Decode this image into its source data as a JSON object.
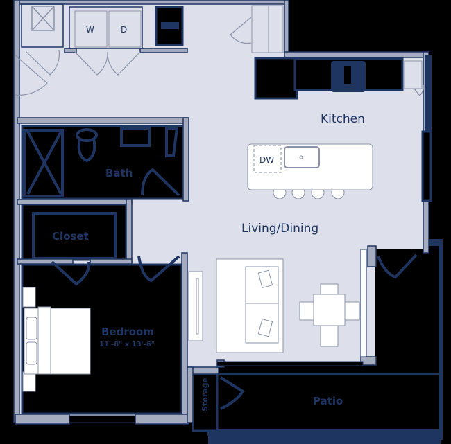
{
  "plan": {
    "colors": {
      "background": "#000000",
      "floor": "#dde0ea",
      "wall": "#a4abbf",
      "navy": "#1e3461",
      "furniture": "#ffffff",
      "outline": "#8a93ab"
    },
    "rooms": {
      "kitchen": "Kitchen",
      "living_dining": "Living/Dining",
      "bath": "Bath",
      "closet": "Closet",
      "bedroom": "Bedroom",
      "bedroom_dims": "11'-8\" x 13'-6\"",
      "patio": "Patio",
      "storage": "Storage"
    },
    "fixtures": {
      "washer": "W",
      "dryer": "D",
      "dishwasher": "DW"
    }
  }
}
